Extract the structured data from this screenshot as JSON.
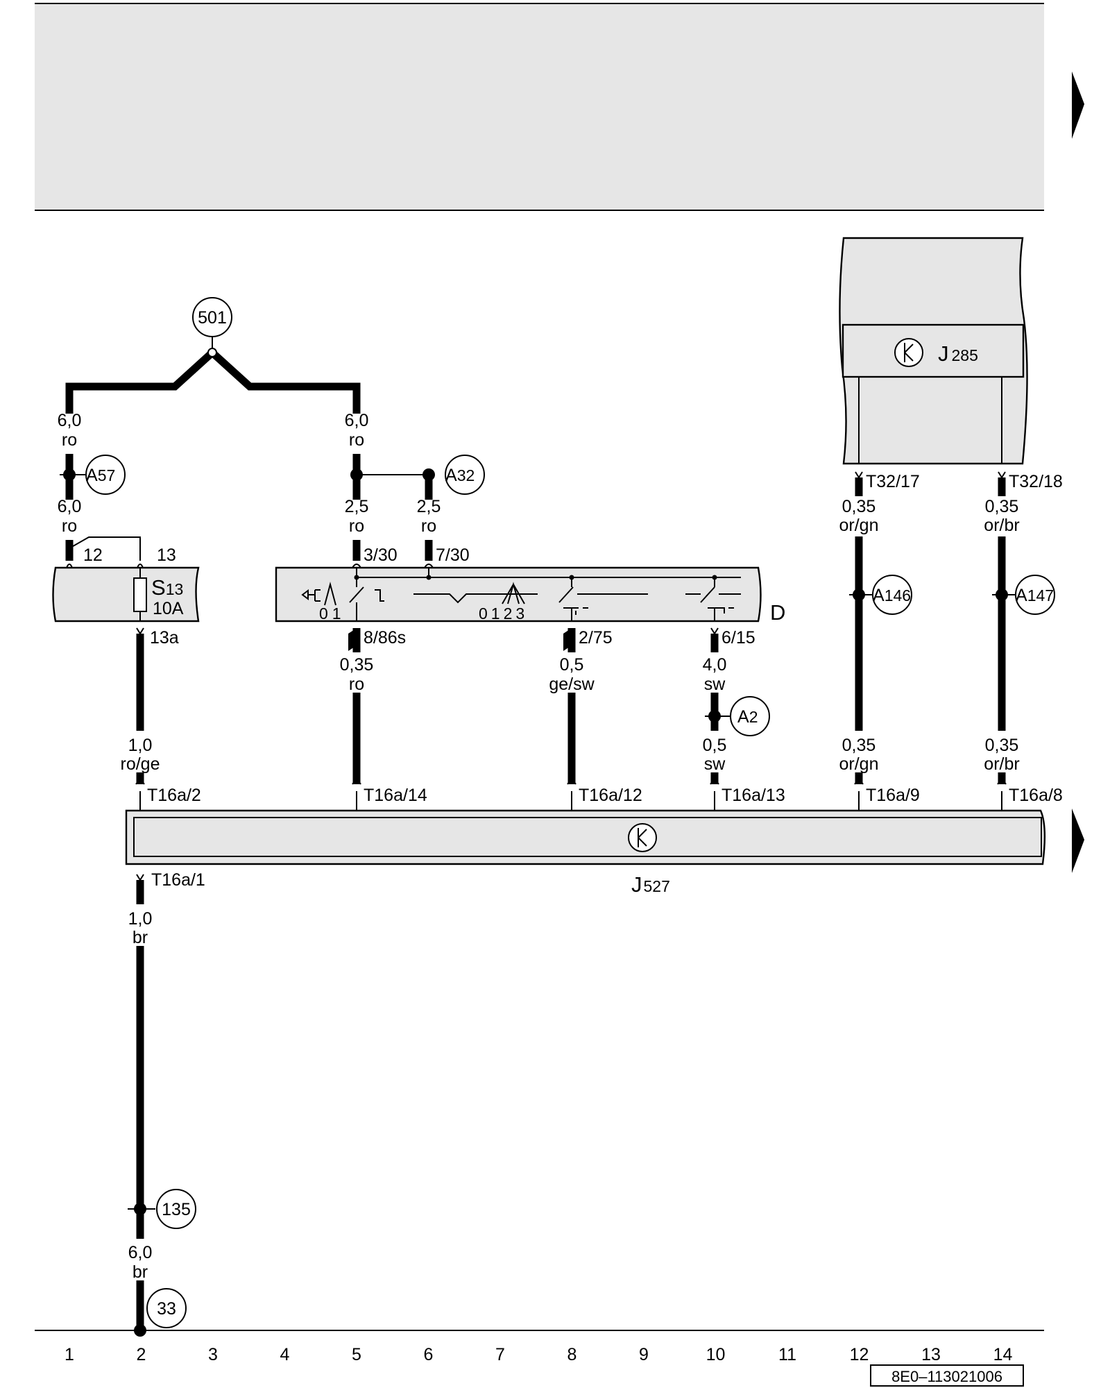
{
  "diagram_id": "8E0–113021006",
  "column_numbers": [
    "1",
    "2",
    "3",
    "4",
    "5",
    "6",
    "7",
    "8",
    "9",
    "10",
    "11",
    "12",
    "13",
    "14"
  ],
  "components": {
    "fuse": {
      "id": "S",
      "sub": "13",
      "rating": "10A"
    },
    "ignition_switch": {
      "id": "D",
      "positions_a": [
        "0",
        "1"
      ],
      "positions_b": [
        "0",
        "1",
        "2",
        "3"
      ]
    },
    "module_j527": {
      "id": "J",
      "sub": "527"
    },
    "module_j285": {
      "id": "J",
      "sub": "285"
    }
  },
  "bubbles": {
    "b501": "501",
    "a57": {
      "id": "A",
      "sub": "57"
    },
    "a32": {
      "id": "A",
      "sub": "32"
    },
    "a146": {
      "id": "A",
      "sub": "146"
    },
    "a147": {
      "id": "A",
      "sub": "147"
    },
    "a2": {
      "id": "A",
      "sub": "2"
    },
    "b135": "135",
    "b33": "33"
  },
  "wire_labels": {
    "w1a": [
      "6,0",
      "ro"
    ],
    "w1b": [
      "6,0",
      "ro"
    ],
    "w5a": [
      "6,0",
      "ro"
    ],
    "w5b": [
      "2,5",
      "ro"
    ],
    "w6": [
      "2,5",
      "ro"
    ],
    "w5c": [
      "0,35",
      "ro"
    ],
    "w8": [
      "0,5",
      "ge/sw"
    ],
    "w10a": [
      "4,0",
      "sw"
    ],
    "w10b": [
      "0,5",
      "sw"
    ],
    "w2a": [
      "1,0",
      "ro/ge"
    ],
    "w12a": [
      "0,35",
      "or/gn"
    ],
    "w12b": [
      "0,35",
      "or/gn"
    ],
    "w14a": [
      "0,35",
      "or/br"
    ],
    "w14b": [
      "0,35",
      "or/br"
    ],
    "w2b": [
      "1,0",
      "br"
    ],
    "w2c": [
      "6,0",
      "br"
    ]
  },
  "pins": {
    "s13_in12": "12",
    "s13_in13": "13",
    "s13_out": "13a",
    "d_330": "3/30",
    "d_730": "7/30",
    "d_86s": "8/86s",
    "d_275": "2/75",
    "d_615": "6/15",
    "j285_17": "T32/17",
    "j285_18": "T32/18",
    "j527_2": "T16a/2",
    "j527_14": "T16a/14",
    "j527_12": "T16a/12",
    "j527_13": "T16a/13",
    "j527_9": "T16a/9",
    "j527_8": "T16a/8",
    "j527_1": "T16a/1"
  }
}
